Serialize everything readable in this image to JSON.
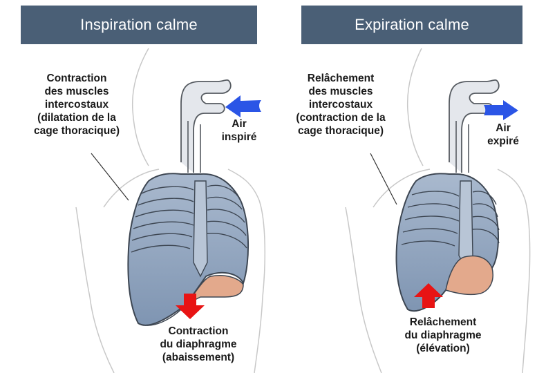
{
  "colors": {
    "header_bg": "#4a5f76",
    "lung_fill": "#8ea2bc",
    "diaphragm_fill": "#e3a98c",
    "arrow_blue": "#2b55e6",
    "arrow_red": "#e81414",
    "outline": "#555a60"
  },
  "panels": {
    "inspiration": {
      "title": "Inspiration calme",
      "muscles_label": [
        "Contraction",
        "des muscles",
        "intercostaux",
        "(dilatation de la",
        "cage thoracique)"
      ],
      "air_label": [
        "Air",
        "inspiré"
      ],
      "diaphragm_label": [
        "Contraction",
        "du diaphragme",
        "(abaissement)"
      ],
      "air_arrow": "arrow-left-icon",
      "diaphragm_arrow": "arrow-down-icon"
    },
    "expiration": {
      "title": "Expiration calme",
      "muscles_label": [
        "Relâchement",
        "des muscles",
        "intercostaux",
        "(contraction de la",
        "cage thoracique)"
      ],
      "air_label": [
        "Air",
        "expiré"
      ],
      "diaphragm_label": [
        "Relâchement",
        "du diaphragme",
        "(élévation)"
      ],
      "air_arrow": "arrow-right-icon",
      "diaphragm_arrow": "arrow-up-icon"
    }
  }
}
